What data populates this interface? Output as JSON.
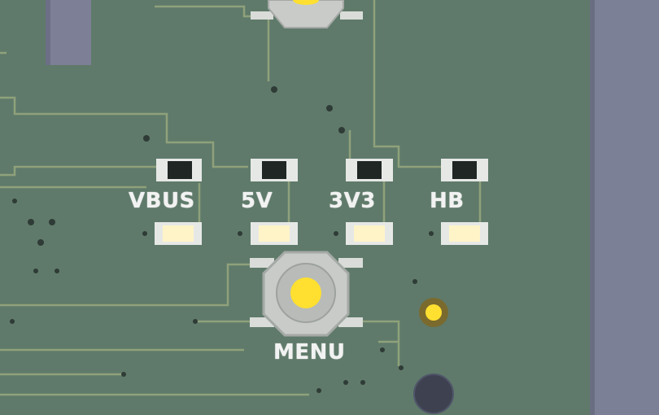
{
  "board": {
    "labels": {
      "vbus": "VBUS",
      "v5": "5V",
      "v3v3": "3V3",
      "hb": "HB",
      "menu": "MENU"
    },
    "colors": {
      "board": "#5f7a6a",
      "trace": "#8fa17b",
      "via": "#2f3b36",
      "pad": "#d9dcd8",
      "led_body": "#1f2624",
      "led_lit": "#fff4c8",
      "button_body": "#c8cbc8",
      "button_cap": "#ffe030",
      "edge": "#7c8096"
    }
  }
}
